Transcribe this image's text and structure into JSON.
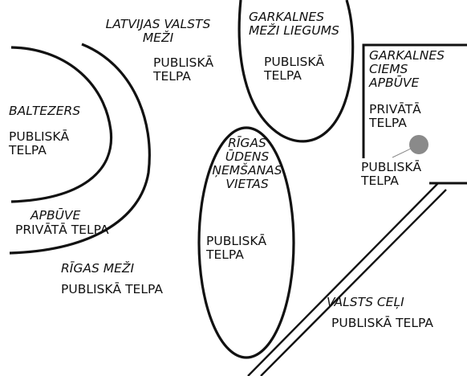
{
  "labels": {
    "latvijas_valsts_mezi": [
      "LATVIJAS VALSTS",
      "MEŽI"
    ],
    "latvijas_publiska": [
      "PUBLISKĀ",
      "TELPA"
    ],
    "garkalnes_mezi_liegums": [
      "GARKALNES",
      "MEŽI LIEGUMS"
    ],
    "garkalnes_mezi_publiska": [
      "PUBLISKĀ",
      "TELPA"
    ],
    "garkalnes_ciems": [
      "GARKALNES",
      "CIEMS",
      "APBŪVE"
    ],
    "garkalnes_privata": [
      "PRIVĀTĀ",
      "TELPA"
    ],
    "garkalnes_publiska": [
      "PUBLISKĀ",
      "TELPA"
    ],
    "baltezers": "BALTEZERS",
    "baltezers_publiska": [
      "PUBLISKĀ",
      "TELPA"
    ],
    "apbuve": "APBŪVE",
    "apbuve_privata": "PRIVĀTĀ TELPA",
    "rigas_udens": [
      "RĪGAS",
      "ŪDENS",
      "ŅEMŠANAS",
      "VIETAS"
    ],
    "rigas_udens_publiska": [
      "PUBLISKĀ",
      "TELPA"
    ],
    "rigas_mezi": "RĪGAS MEŽI",
    "rigas_mezi_publiska": "PUBLISKĀ TELPA",
    "valsts_celi": "VALSTS CEĻI",
    "valsts_celi_publiska": "PUBLISKĀ TELPA"
  },
  "colors": {
    "ink": "#111111",
    "marker": "#8a8a8a"
  }
}
